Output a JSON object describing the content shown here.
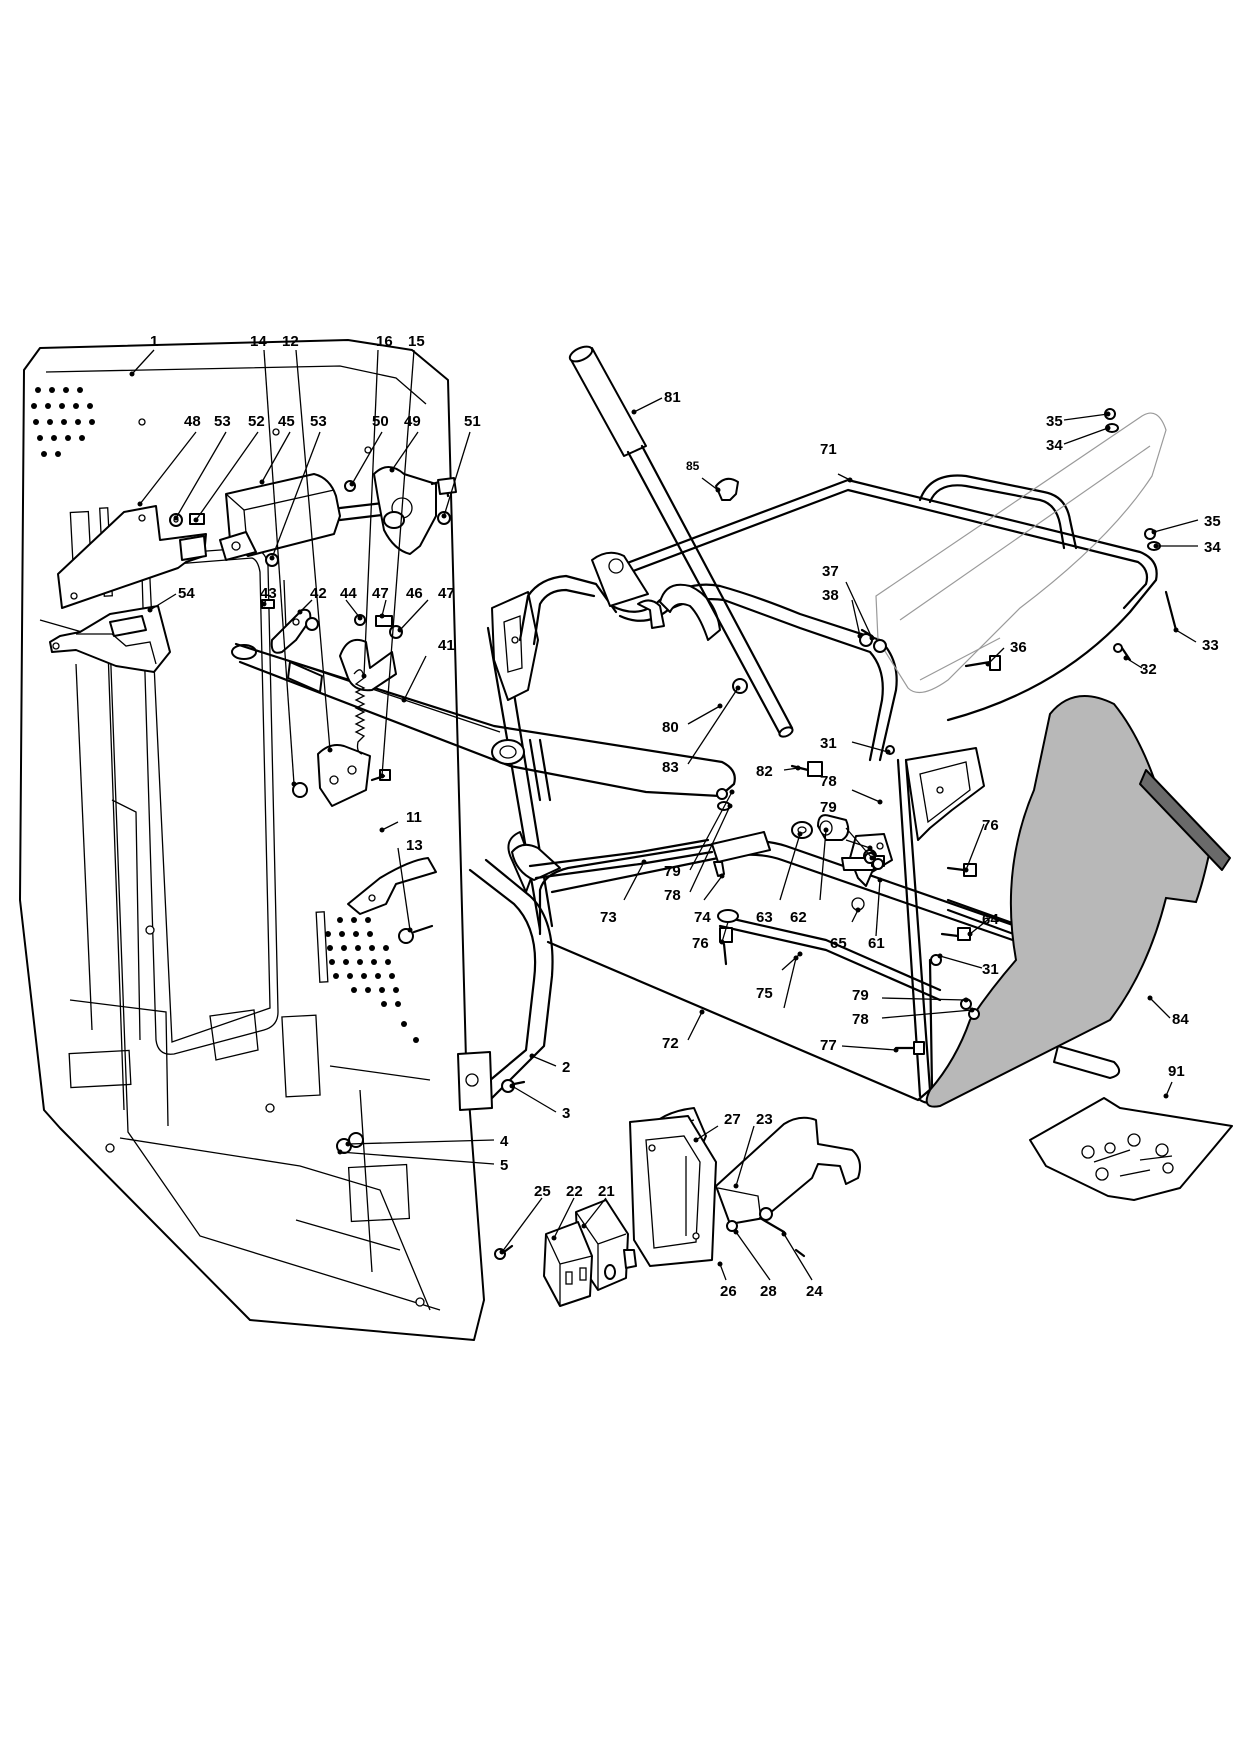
{
  "diagram": {
    "callouts": {
      "c1": "1",
      "c2": "2",
      "c3": "3",
      "c4": "4",
      "c5": "5",
      "c11": "11",
      "c12": "12",
      "c13": "13",
      "c14": "14",
      "c15": "15",
      "c16": "16",
      "c21": "21",
      "c22": "22",
      "c23": "23",
      "c24": "24",
      "c25": "25",
      "c26": "26",
      "c27": "27",
      "c28": "28",
      "c31a": "31",
      "c31b": "31",
      "c32": "32",
      "c33": "33",
      "c34a": "34",
      "c34b": "34",
      "c35a": "35",
      "c35b": "35",
      "c36": "36",
      "c37": "37",
      "c38": "38",
      "c41": "41",
      "c42": "42",
      "c43": "43",
      "c44": "44",
      "c45": "45",
      "c46": "46",
      "c47a": "47",
      "c47b": "47",
      "c48": "48",
      "c49": "49",
      "c50": "50",
      "c51": "51",
      "c52": "52",
      "c53a": "53",
      "c53b": "53",
      "c54": "54",
      "c61": "61",
      "c62": "62",
      "c63": "63",
      "c64": "64",
      "c65": "65",
      "c71": "71",
      "c72": "72",
      "c73": "73",
      "c74": "74",
      "c75": "75",
      "c76a": "76",
      "c76b": "76",
      "c77": "77",
      "c78a": "78",
      "c78b": "78",
      "c78c": "78",
      "c79a": "79",
      "c79b": "79",
      "c79c": "79",
      "c80": "80",
      "c81": "81",
      "c82": "82",
      "c83": "83",
      "c84": "84",
      "c85": "85",
      "c91": "91"
    }
  }
}
